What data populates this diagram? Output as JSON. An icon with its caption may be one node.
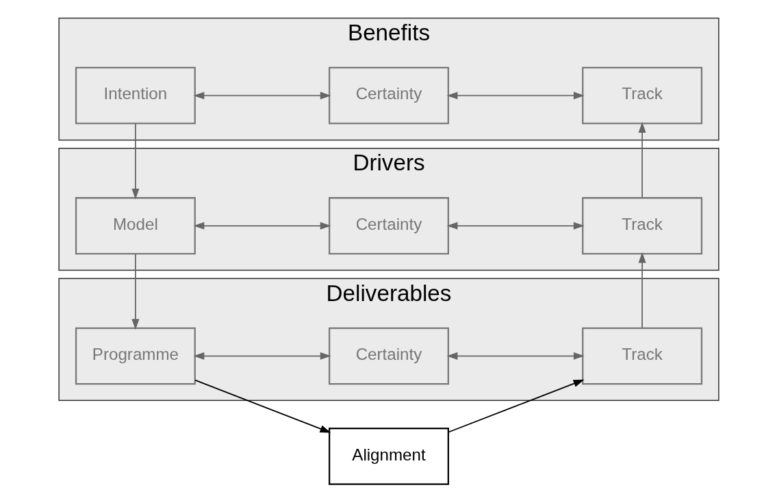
{
  "diagram": {
    "nodes": [
      {
        "text": [
          "Benefits"
        ]
      },
      {
        "text": [
          "Intention"
        ],
        "in": 0
      },
      {
        "text": [
          "Certainty"
        ],
        "in": 0
      },
      {
        "text": [
          "Track"
        ],
        "in": 0
      },
      {
        "text": [
          "Drivers"
        ]
      },
      {
        "text": [
          "Model"
        ],
        "in": 4
      },
      {
        "text": [
          "Certainty"
        ],
        "in": 4
      },
      {
        "text": [
          "Track"
        ],
        "in": 4
      },
      {
        "text": [
          "Deliverables"
        ]
      },
      {
        "text": [
          "Programme"
        ],
        "in": 8
      },
      {
        "text": [
          "Certainty"
        ],
        "in": 8
      },
      {
        "text": [
          "Track"
        ],
        "in": 8
      },
      {
        "text": [
          "Alignment"
        ]
      }
    ],
    "edges": [
      {
        "from": 1,
        "to": 2,
        "arrow": "both"
      },
      {
        "from": 2,
        "to": 3,
        "arrow": "both"
      },
      {
        "from": 5,
        "to": 6,
        "arrow": "both"
      },
      {
        "from": 6,
        "to": 7,
        "arrow": "both"
      },
      {
        "from": 9,
        "to": 10,
        "arrow": "both"
      },
      {
        "from": 10,
        "to": 11,
        "arrow": "both"
      },
      {
        "from": 1,
        "to": 5,
        "arrow": "to"
      },
      {
        "from": 5,
        "to": 9,
        "arrow": "to"
      },
      {
        "from": 9,
        "to": 12,
        "arrow": "to",
        "color": "#000000"
      },
      {
        "from": 12,
        "to": 11,
        "arrow": "to",
        "color": "#000000"
      },
      {
        "from": 11,
        "to": 7,
        "arrow": "to"
      },
      {
        "from": 7,
        "to": 3,
        "arrow": "to"
      }
    ]
  }
}
